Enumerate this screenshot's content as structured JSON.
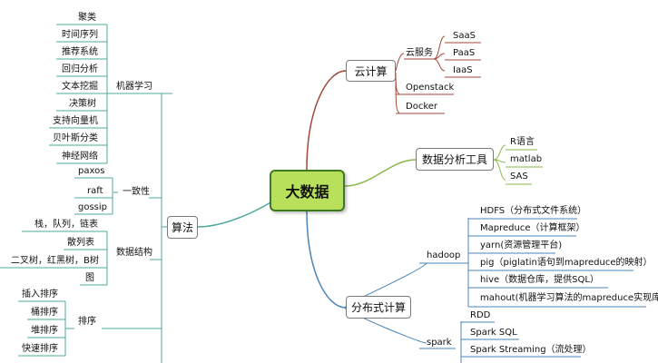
{
  "root": {
    "label": "大数据"
  },
  "cloud": {
    "label": "云计算",
    "cloud_services": {
      "label": "云服务",
      "items": [
        "SaaS",
        "PaaS",
        "IaaS"
      ]
    },
    "openstack": "Openstack",
    "docker": "Docker"
  },
  "analysis": {
    "label": "数据分析工具",
    "items": [
      "R语言",
      "matlab",
      "SAS"
    ]
  },
  "distributed": {
    "label": "分布式计算",
    "hadoop": {
      "label": "hadoop",
      "items": [
        "HDFS（分布式文件系统）",
        "Mapreduce（计算框架）",
        "yarn(资源管理平台)",
        "pig（piglatin语句到mapreduce的映射）",
        "hive（数据仓库，提供SQL）",
        "mahout(机器学习算法的mapreduce实现库)"
      ]
    },
    "spark": {
      "label": "spark",
      "items": [
        "RDD",
        "Spark SQL",
        "Spark Streaming（流处理）"
      ]
    }
  },
  "algorithm": {
    "label": "算法",
    "ml": {
      "label": "机器学习",
      "items": [
        "聚类",
        "时间序列",
        "推荐系统",
        "回归分析",
        "文本挖掘",
        "决策树",
        "支持向量机",
        "贝叶斯分类",
        "神经网络"
      ]
    },
    "consistency": {
      "label": "一致性",
      "items": [
        "paxos",
        "raft",
        "gossip"
      ]
    },
    "ds": {
      "label": "数据结构",
      "items": [
        "栈，队列，链表",
        "散列表",
        "二叉树，红黑树，B树",
        "图"
      ]
    },
    "sort": {
      "label": "排序",
      "items": [
        "插入排序",
        "桶排序",
        "堆排序",
        "快速排序"
      ]
    }
  }
}
